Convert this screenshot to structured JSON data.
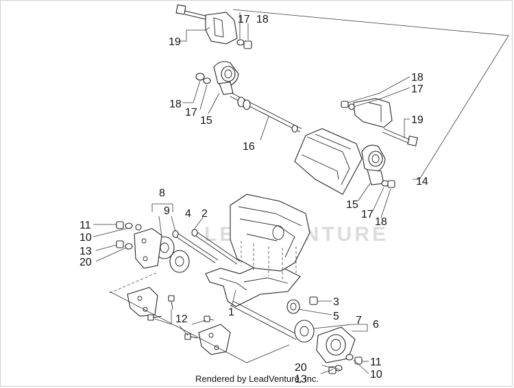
{
  "watermark": "LEADVENTURE",
  "footer": "Rendered by LeadVenture, Inc.",
  "callouts": {
    "c1": "1",
    "c2": "2",
    "c3": "3",
    "c4": "4",
    "c5": "5",
    "c6": "6",
    "c7": "7",
    "c8": "8",
    "c9": "9",
    "c10a": "10",
    "c10b": "10",
    "c11a": "11",
    "c11b": "11",
    "c12": "12",
    "c13a": "13",
    "c13b": "13",
    "c14": "14",
    "c15a": "15",
    "c15b": "15",
    "c16": "16",
    "c17a": "17",
    "c17b": "17",
    "c17c": "17",
    "c17d": "17",
    "c18a": "18",
    "c18b": "18",
    "c18c": "18",
    "c18d": "18",
    "c19a": "19",
    "c19b": "19",
    "c20a": "20",
    "c20b": "20"
  }
}
